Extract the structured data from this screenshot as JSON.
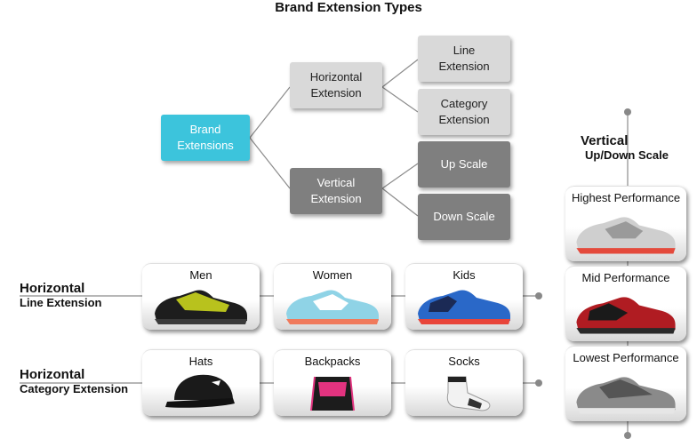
{
  "title": "Brand Extension Types",
  "tree": {
    "root": "Brand\nExtensions",
    "horizontal": "Horizontal\nExtension",
    "vertical": "Vertical\nExtension",
    "line": "Line\nExtension",
    "category": "Category\nExtension",
    "up": "Up Scale",
    "down": "Down Scale"
  },
  "rows": {
    "line_label_big": "Horizontal",
    "line_label_small": "Line Extension",
    "category_label_big": "Horizontal",
    "category_label_small": "Category Extension",
    "line_cards": [
      "Men",
      "Women",
      "Kids"
    ],
    "category_cards": [
      "Hats",
      "Backpacks",
      "Socks"
    ]
  },
  "vertical_axis": {
    "label_big": "Vertical",
    "label_small": "Up/Down Scale",
    "cards": [
      "Highest Performance",
      "Mid Performance",
      "Lowest Performance"
    ]
  },
  "colors": {
    "root": "#3cc4dc",
    "light_node": "#d9d9d9",
    "dark_node": "#7f7f7f",
    "connector": "#8c8c8c"
  },
  "icons": [
    "running-shoe-icon",
    "cap-icon",
    "drawstring-bag-icon",
    "sock-icon"
  ]
}
